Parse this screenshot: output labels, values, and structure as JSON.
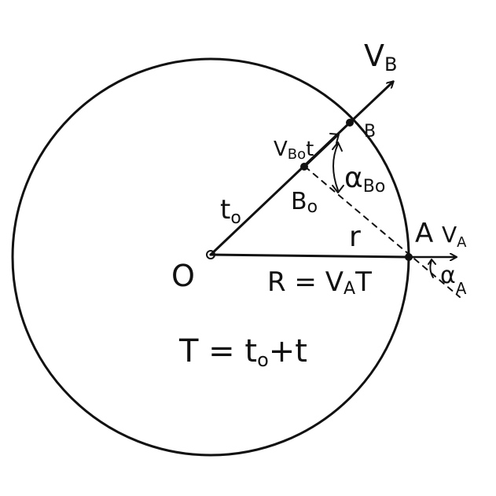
{
  "labels": {
    "origin": "O",
    "vel_b": "V",
    "vel_b_sub": "B",
    "point_b": "B",
    "vel_b0_t": "V",
    "vel_b0_t_sub": "Bo",
    "vel_b0_t_tail": "t",
    "alpha_b0": "α",
    "alpha_b0_sub": "Bo",
    "t0": "t",
    "t0_sub": "o",
    "point_b0": "B",
    "point_b0_sub": "o",
    "radius_r": "r",
    "point_a": "A",
    "vel_a": "V",
    "vel_a_sub": "A",
    "alpha_a": "α",
    "alpha_a_sub": "A",
    "radius_eq": "R = V",
    "radius_eq_sub": "A",
    "radius_eq_tail": "T",
    "time_eq": "T = t",
    "time_eq_sub": "o",
    "time_eq_tail": "+t"
  },
  "colors": {
    "ink": "#111111",
    "paper": "#ffffff"
  }
}
